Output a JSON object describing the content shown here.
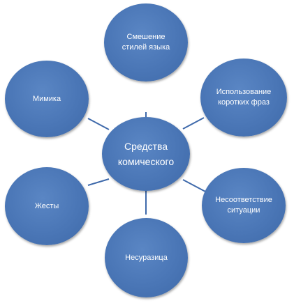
{
  "center": {
    "label": "Средства\nкомического"
  },
  "nodes": [
    {
      "id": "top",
      "label": "Смешение\nстилей языка"
    },
    {
      "id": "top-right",
      "label": "Использование\nкоротких фраз"
    },
    {
      "id": "bottom-right",
      "label": "Несоответствие\nситуации"
    },
    {
      "id": "bottom",
      "label": "Несуразица"
    },
    {
      "id": "bottom-left",
      "label": "Жесты"
    },
    {
      "id": "top-left",
      "label": "Мимика"
    }
  ],
  "colors": {
    "node_fill": "#4a76b6",
    "connector": "#3f6aab",
    "text": "#ffffff"
  }
}
